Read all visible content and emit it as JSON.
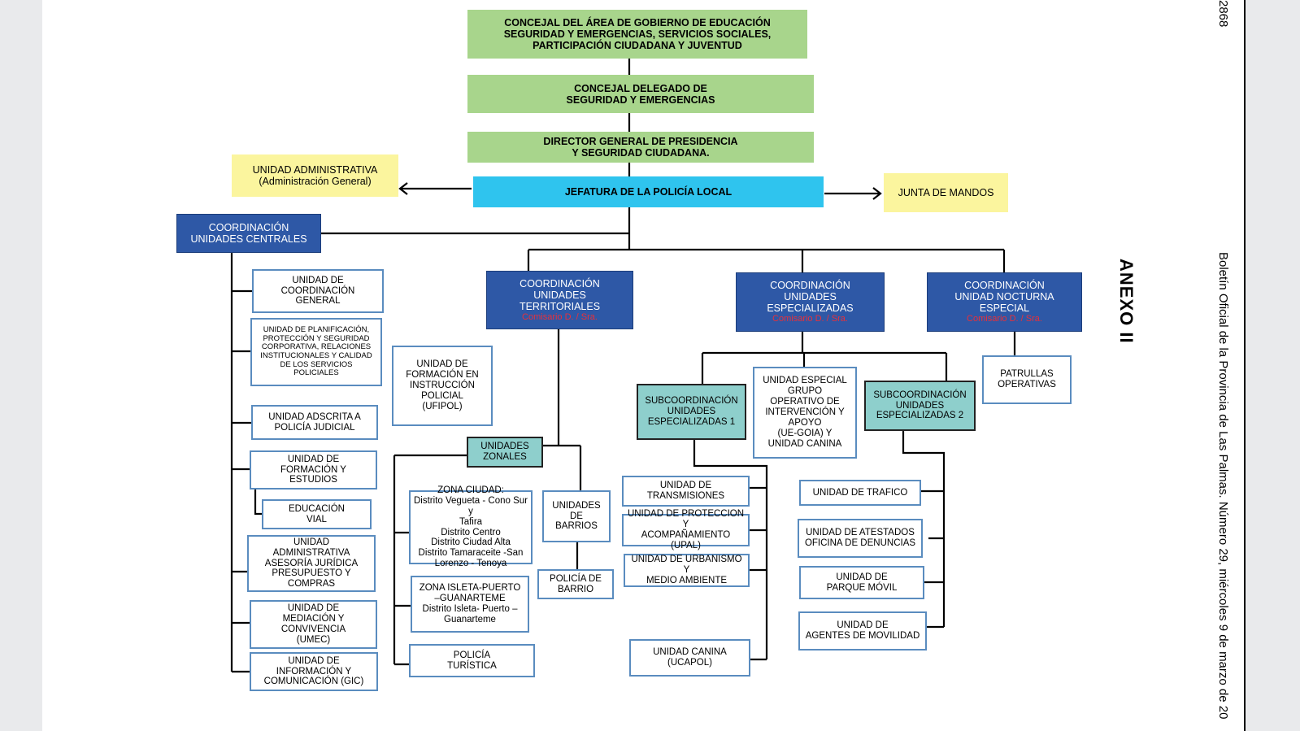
{
  "header": {
    "page_number": "2868"
  },
  "annex": "ANEXO II",
  "bulletin": "Boletín Oficial de la Provincia de Las Palmas. Número 29, miércoles 9 de marzo de 20",
  "boxes": {
    "concejal_area": "CONCEJAL DEL ÁREA DE GOBIERNO DE EDUCACIÓN\nSEGURIDAD Y EMERGENCIAS, SERVICIOS SOCIALES,\nPARTICIPACIÓN CIUDADANA Y JUVENTUD",
    "concejal_delegado": "CONCEJAL DELEGADO DE\nSEGURIDAD Y EMERGENCIAS",
    "director_general": "DIRECTOR GENERAL DE PRESIDENCIA\nY SEGURIDAD CIUDADANA.",
    "jefatura": "JEFATURA DE LA POLICÍA LOCAL",
    "unidad_administrativa": "UNIDAD ADMINISTRATIVA\n(Administración General)",
    "junta_mandos": "JUNTA DE MANDOS",
    "coord_centrales": "COORDINACIÓN\nUNIDADES CENTRALES",
    "coord_territoriales": "COORDINACIÓN\nUNIDADES\nTERRITORIALES",
    "coord_especializadas": "COORDINACIÓN\nUNIDADES\nESPECIALIZADAS",
    "coord_nocturna": "COORDINACIÓN\nUNIDAD NOCTURNA\nESPECIAL",
    "comisario": "Comisario D. / Sra.",
    "u_coordinacion_general": "UNIDAD DE\nCOORDINACIÓN\nGENERAL",
    "u_planificacion": "UNIDAD DE PLANIFICACIÓN,\nPROTECCIÓN Y SEGURIDAD\nCORPORATIVA, RELACIONES\nINSTITUCIONALES Y CALIDAD\nDE LOS SERVICIOS\nPOLICIALES",
    "u_ufipol": "UNIDAD DE\nFORMACIÓN EN\nINSTRUCCIÓN\nPOLICIAL\n(UFIPOL)",
    "u_adscrita": "UNIDAD ADSCRITA A\nPOLICÍA JUDICIAL",
    "u_formacion": "UNIDAD DE\nFORMACIÓN Y\nESTUDIOS",
    "u_educacion_vial": "EDUCACIÓN\nVIAL",
    "u_administrativa_juridica": "UNIDAD\nADMINISTRATIVA\nASESORÍA JURÍDICA\nPRESUPUESTO Y\nCOMPRAS",
    "u_umec": "UNIDAD DE\nMEDIACIÓN Y\nCONVIVENCIA\n(UMEC)",
    "u_gic": "UNIDAD DE\nINFORMACIÓN Y\nCOMUNICACIÓN (GIC)",
    "u_zonales": "UNIDADES\nZONALES",
    "u_zona_ciudad": "ZONA CIUDAD:\nDistrito Vegueta - Cono Sur y\nTafira\nDistrito Centro\nDistrito Ciudad Alta\nDistrito Tamaraceite -San\nLorenzo - Tenoya",
    "u_zona_isleta": "ZONA ISLETA-PUERTO\n–GUANARTEME\nDistrito Isleta- Puerto –\nGuanarteme",
    "u_policia_turistica": "POLICÍA\nTURÍSTICA",
    "u_barrios": "UNIDADES\nDE\nBARRIOS",
    "u_policia_barrio": "POLICÍA DE\nBARRIO",
    "u_sub1": "SUBCOORDINACIÓN\nUNIDADES\nESPECIALIZADAS 1",
    "u_goia": "UNIDAD ESPECIAL\nGRUPO\nOPERATIVO DE\nINTERVENCIÓN Y\nAPOYO\n(UE-GOIA) Y\nUNIDAD CANINA",
    "u_sub2": "SUBCOORDINACIÓN\nUNIDADES\nESPECIALIZADAS 2",
    "u_patrullas": "PATRULLAS\nOPERATIVAS",
    "u_transmisiones": "UNIDAD DE\nTRANSMISIONES",
    "u_upal": "UNIDAD DE PROTECCION Y\nACOMPAÑAMIENTO (UPAL)",
    "u_urbanismo": "UNIDAD DE URBANISMO Y\nMEDIO AMBIENTE",
    "u_ucapol": "UNIDAD CANINA\n(UCAPOL)",
    "u_trafico": "UNIDAD DE TRAFICO",
    "u_atestados": "UNIDAD DE ATESTADOS\nOFICINA DE DENUNCIAS",
    "u_parque": "UNIDAD DE\nPARQUE MÓVIL",
    "u_agentes": "UNIDAD DE\nAGENTES DE MOVILIDAD"
  }
}
